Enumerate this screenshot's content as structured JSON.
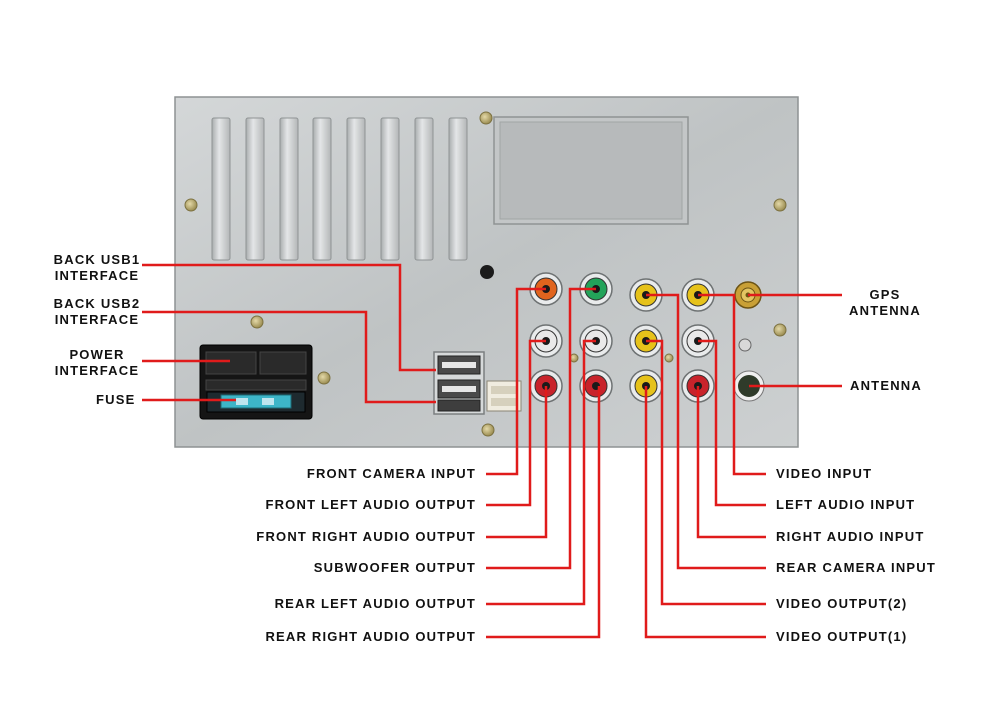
{
  "labels": {
    "back_usb1": [
      "BACK USB1",
      "INTERFACE"
    ],
    "back_usb2": [
      "BACK USB2",
      "INTERFACE"
    ],
    "power": [
      "POWER",
      "INTERFACE"
    ],
    "fuse": "FUSE",
    "gps_antenna": [
      "GPS",
      "ANTENNA"
    ],
    "antenna": "ANTENNA",
    "front_camera_input": "FRONT CAMERA INPUT",
    "front_left_audio_output": "FRONT LEFT AUDIO OUTPUT",
    "front_right_audio_output": "FRONT RIGHT AUDIO OUTPUT",
    "subwoofer_output": "SUBWOOFER OUTPUT",
    "rear_left_audio_output": "REAR LEFT AUDIO OUTPUT",
    "rear_right_audio_output": "REAR RIGHT AUDIO OUTPUT",
    "video_input": "VIDEO INPUT",
    "left_audio_input": "LEFT AUDIO INPUT",
    "right_audio_input": "RIGHT AUDIO INPUT",
    "rear_camera_input": "REAR CAMERA INPUT",
    "video_output_2": "VIDEO OUTPUT(2)",
    "video_output_1": "VIDEO OUTPUT(1)"
  },
  "colors": {
    "leader_line": "#e01b1b",
    "panel": "#c9cccd",
    "rca_red": "#c8232b",
    "rca_white": "#e9e9e9",
    "rca_yellow": "#e6c21a",
    "rca_green": "#23a35a",
    "rca_orange": "#e0641e"
  }
}
